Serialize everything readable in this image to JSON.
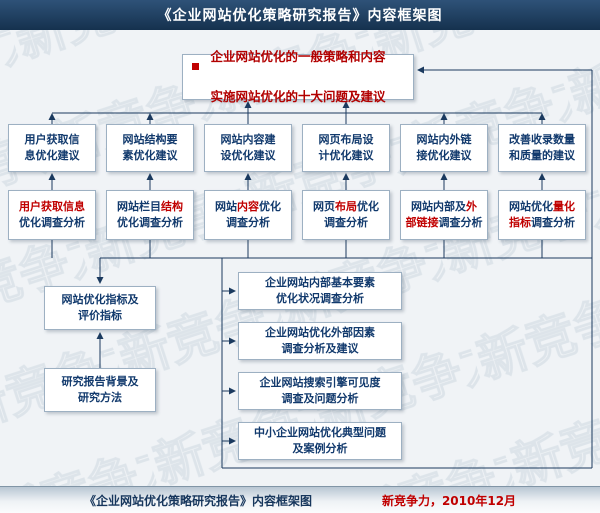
{
  "header": {
    "title": "《企业网站优化策略研究报告》内容框架图"
  },
  "watermark_text": "新竞争力",
  "top_box": {
    "line1": "企业网站优化的一般策略和内容",
    "line2": "实施网站优化的十大问题及建议"
  },
  "row1": [
    "用户获取信\n息优化建议",
    "网站结构要\n素优化建议",
    "网站内容建\n设优化建议",
    "网页布局设\n计优化建议",
    "网站内外链\n接优化建议",
    "改善收录数量\n和质量的建议"
  ],
  "row2": [
    [
      {
        "t": "用户获取信息",
        "c": "red"
      },
      {
        "t": "\n优化调查分析",
        "c": "blue"
      }
    ],
    [
      {
        "t": "网站栏目",
        "c": "blue"
      },
      {
        "t": "结构",
        "c": "red"
      },
      {
        "t": "\n优化调查分析",
        "c": "blue"
      }
    ],
    [
      {
        "t": "网站",
        "c": "blue"
      },
      {
        "t": "内容",
        "c": "red"
      },
      {
        "t": "优化\n调查分析",
        "c": "blue"
      }
    ],
    [
      {
        "t": "网页",
        "c": "blue"
      },
      {
        "t": "布局",
        "c": "red"
      },
      {
        "t": "优化\n调查分析",
        "c": "blue"
      }
    ],
    [
      {
        "t": "网站内部及",
        "c": "blue"
      },
      {
        "t": "外\n部链接",
        "c": "red"
      },
      {
        "t": "调查分析",
        "c": "blue"
      }
    ],
    [
      {
        "t": "网站优化",
        "c": "blue"
      },
      {
        "t": "量化\n指标",
        "c": "red"
      },
      {
        "t": "调查分析",
        "c": "blue"
      }
    ]
  ],
  "left_boxes": [
    "网站优化指标及\n评价指标",
    "研究报告背景及\n研究方法"
  ],
  "right_boxes": [
    "企业网站内部基本要素\n优化状况调查分析",
    "企业网站优化外部因素\n调查分析及建议",
    "企业网站搜索引擎可见度\n调查及问题分析",
    "中小企业网站优化典型问题\n及案例分析"
  ],
  "footer": {
    "caption": "《企业网站优化策略研究报告》内容框架图",
    "credit": "新竞争力，2010年12月"
  },
  "colors": {
    "accent_red": "#c00000",
    "text_navy": "#123a6d",
    "line_navy": "#1b3a5f"
  }
}
